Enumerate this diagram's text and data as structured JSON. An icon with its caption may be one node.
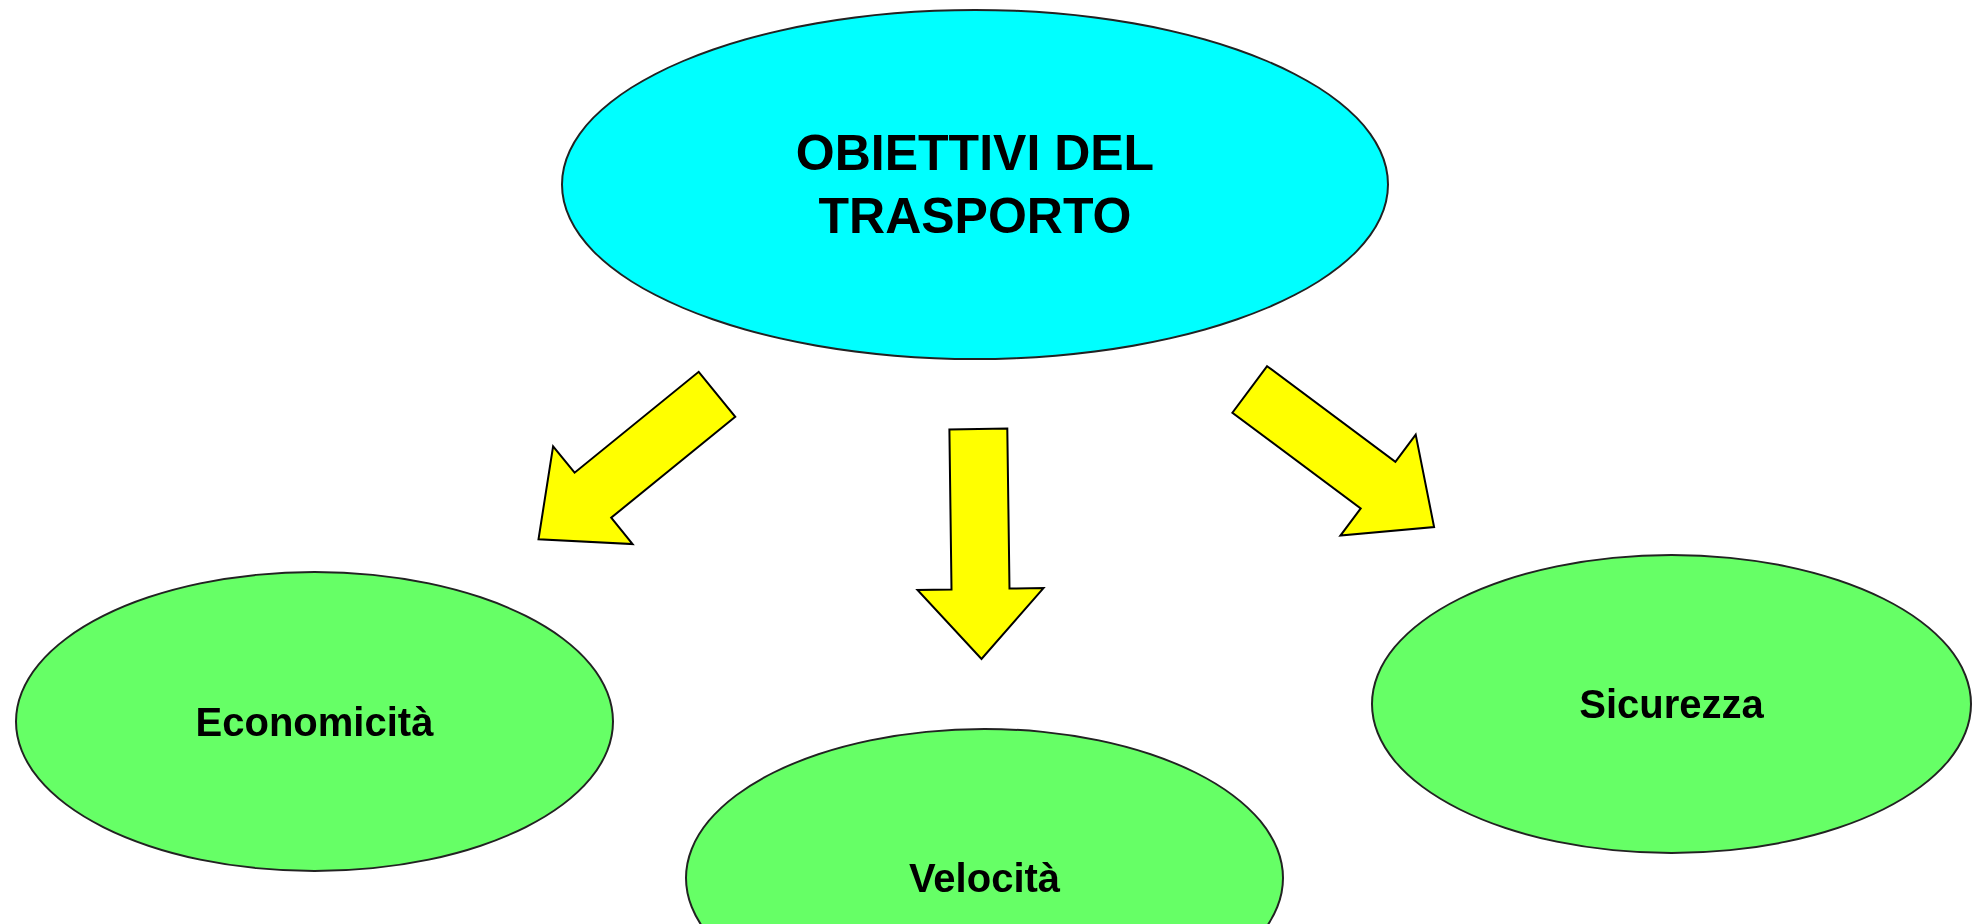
{
  "diagram": {
    "nodes": [
      {
        "text": [
          "OBIETTIVI DEL TRASPORTO"
        ]
      },
      {
        "text": [
          "Economicità"
        ]
      },
      {
        "text": [
          "Velocità"
        ]
      },
      {
        "text": [
          "Sicurezza"
        ]
      }
    ],
    "edges": [
      {
        "from": 0,
        "to": 1,
        "arrow": "to"
      },
      {
        "from": 0,
        "to": 2,
        "arrow": "to"
      },
      {
        "from": 0,
        "to": 3,
        "arrow": "to"
      }
    ]
  }
}
